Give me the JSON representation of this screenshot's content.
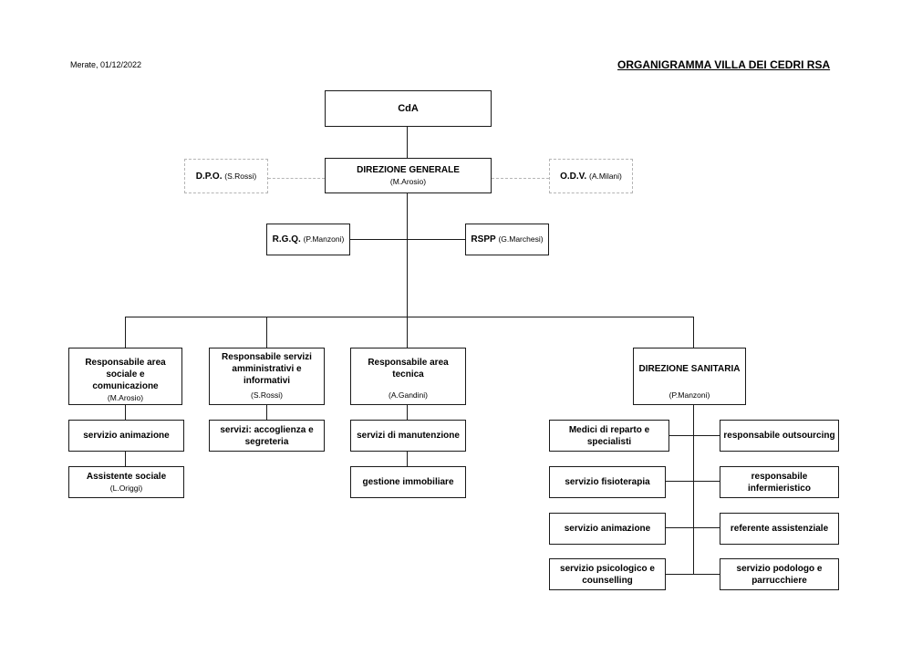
{
  "header": {
    "date": "Merate, 01/12/2022",
    "title": "ORGANIGRAMMA VILLA DEI CEDRI RSA"
  },
  "nodes": {
    "cda": {
      "title": "CdA"
    },
    "direzione_generale": {
      "title": "DIREZIONE GENERALE",
      "person": "(M.Arosio)"
    },
    "dpo": {
      "title": "D.P.O.",
      "person": "(S.Rossi)"
    },
    "odv": {
      "title": "O.D.V.",
      "person": "(A.Milani)"
    },
    "rgq": {
      "title": "R.G.Q.",
      "person": "(P.Manzoni)"
    },
    "rspp": {
      "title": "RSPP",
      "person": "(G.Marchesi)"
    },
    "resp_sociale": {
      "title": "Responsabile area sociale e comunicazione",
      "person": "(M.Arosio)"
    },
    "resp_amministrativi": {
      "title": "Responsabile servizi amministrativi e informativi",
      "person": "(S.Rossi)"
    },
    "resp_tecnica": {
      "title": "Responsabile area tecnica",
      "person": "(A.Gandini)"
    },
    "direzione_sanitaria": {
      "title": "DIREZIONE SANITARIA",
      "person": "(P.Manzoni)"
    },
    "servizio_animazione_sociale": {
      "title": "servizio animazione"
    },
    "assistente_sociale": {
      "title": "Assistente sociale",
      "person": "(L.Origgi)"
    },
    "servizi_accoglienza": {
      "title": "servizi: accoglienza e segreteria"
    },
    "servizi_manutenzione": {
      "title": "servizi di manutenzione"
    },
    "gestione_immobiliare": {
      "title": "gestione immobiliare"
    },
    "medici_reparto": {
      "title": "Medici di reparto e specialisti"
    },
    "servizio_fisioterapia": {
      "title": "servizio fisioterapia"
    },
    "servizio_animazione_sanitaria": {
      "title": "servizio animazione"
    },
    "servizio_psicologico": {
      "title": "servizio psicologico e counselling"
    },
    "responsabile_outsourcing": {
      "title": "responsabile outsourcing"
    },
    "responsabile_infermieristico": {
      "title": "responsabile infermieristico"
    },
    "referente_assistenziale": {
      "title": "referente assistenziale"
    },
    "servizio_podologo": {
      "title": "servizio podologo e parrucchiere"
    }
  }
}
